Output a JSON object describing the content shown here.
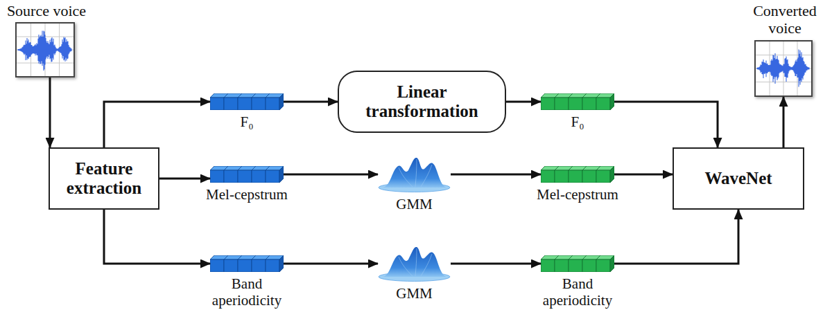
{
  "diagram": {
    "nodes": [
      {
        "text": [
          "Source voice"
        ]
      },
      {
        "text": [
          "F₀"
        ]
      },
      {
        "text": [
          "Linear transformation"
        ]
      },
      {
        "text": [
          "F₀"
        ]
      },
      {
        "text": [
          "Converted voice"
        ]
      },
      {
        "text": [
          "Feature extraction"
        ]
      },
      {
        "text": [
          "Mel-cepstrum"
        ]
      },
      {
        "text": [
          "GMM"
        ]
      },
      {
        "text": [
          "Mel-cepstrum"
        ]
      },
      {
        "text": [
          "WaveNet"
        ]
      },
      {
        "text": [
          "Band aperiodicity"
        ]
      },
      {
        "text": [
          "GMM"
        ]
      },
      {
        "text": [
          "Band aperiodicity"
        ]
      }
    ],
    "edges": [
      {
        "from": 0,
        "to": 5,
        "arrow": "to"
      },
      {
        "from": 5,
        "to": 1,
        "arrow": "to"
      },
      {
        "from": 5,
        "to": 6,
        "arrow": "to"
      },
      {
        "from": 5,
        "to": 10,
        "arrow": "to"
      },
      {
        "from": 1,
        "to": 2,
        "arrow": "to"
      },
      {
        "from": 2,
        "to": 3,
        "arrow": "to"
      },
      {
        "from": 3,
        "to": 9,
        "arrow": "to"
      },
      {
        "from": 6,
        "to": 7,
        "arrow": "to"
      },
      {
        "from": 7,
        "to": 8,
        "arrow": "to"
      },
      {
        "from": 8,
        "to": 9,
        "arrow": "to"
      },
      {
        "from": 10,
        "to": 11,
        "arrow": "to"
      },
      {
        "from": 11,
        "to": 12,
        "arrow": "to"
      },
      {
        "from": 12,
        "to": 9,
        "arrow": "to"
      },
      {
        "from": 9,
        "to": 4,
        "arrow": "to"
      }
    ]
  }
}
